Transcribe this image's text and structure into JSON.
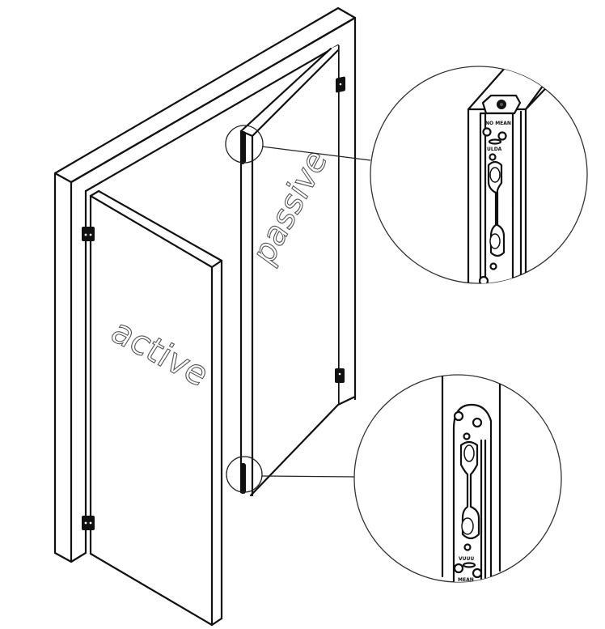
{
  "diagram": {
    "subject": "Double door with active and passive leaves, flush bolt details",
    "labels": {
      "active_leaf": "active",
      "passive_leaf": "passive"
    },
    "details": [
      {
        "id": "top-flush-bolt",
        "position": "top edge of passive leaf",
        "plate_text": [
          "NO MEAN",
          "ULDA"
        ]
      },
      {
        "id": "bottom-flush-bolt",
        "position": "bottom edge of passive leaf",
        "plate_text": [
          "VUUU",
          "MEAN"
        ]
      }
    ],
    "colors": {
      "line": "#111111",
      "background": "#ffffff",
      "label_outline": "#555555"
    }
  }
}
